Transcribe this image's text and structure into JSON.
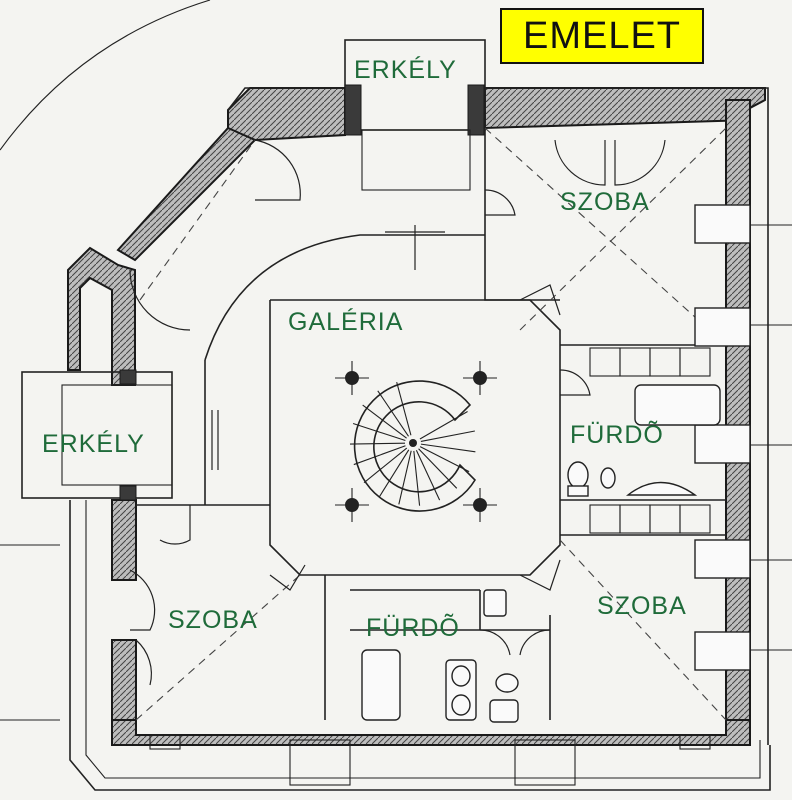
{
  "floor_tag": "EMELET",
  "rooms": {
    "balcony_top": "ERKÉLY",
    "balcony_left": "ERKÉLY",
    "room_top_right": "SZOBA",
    "gallery": "GALÉRIA",
    "bathroom_right": "FÜRDÕ",
    "room_bottom_left": "SZOBA",
    "bathroom_bottom": "FÜRDÕ",
    "room_bottom_right": "SZOBA"
  },
  "colors": {
    "label": "#1f6b3a",
    "tag_background": "#ffff00",
    "wall": "#3a3a3a"
  }
}
